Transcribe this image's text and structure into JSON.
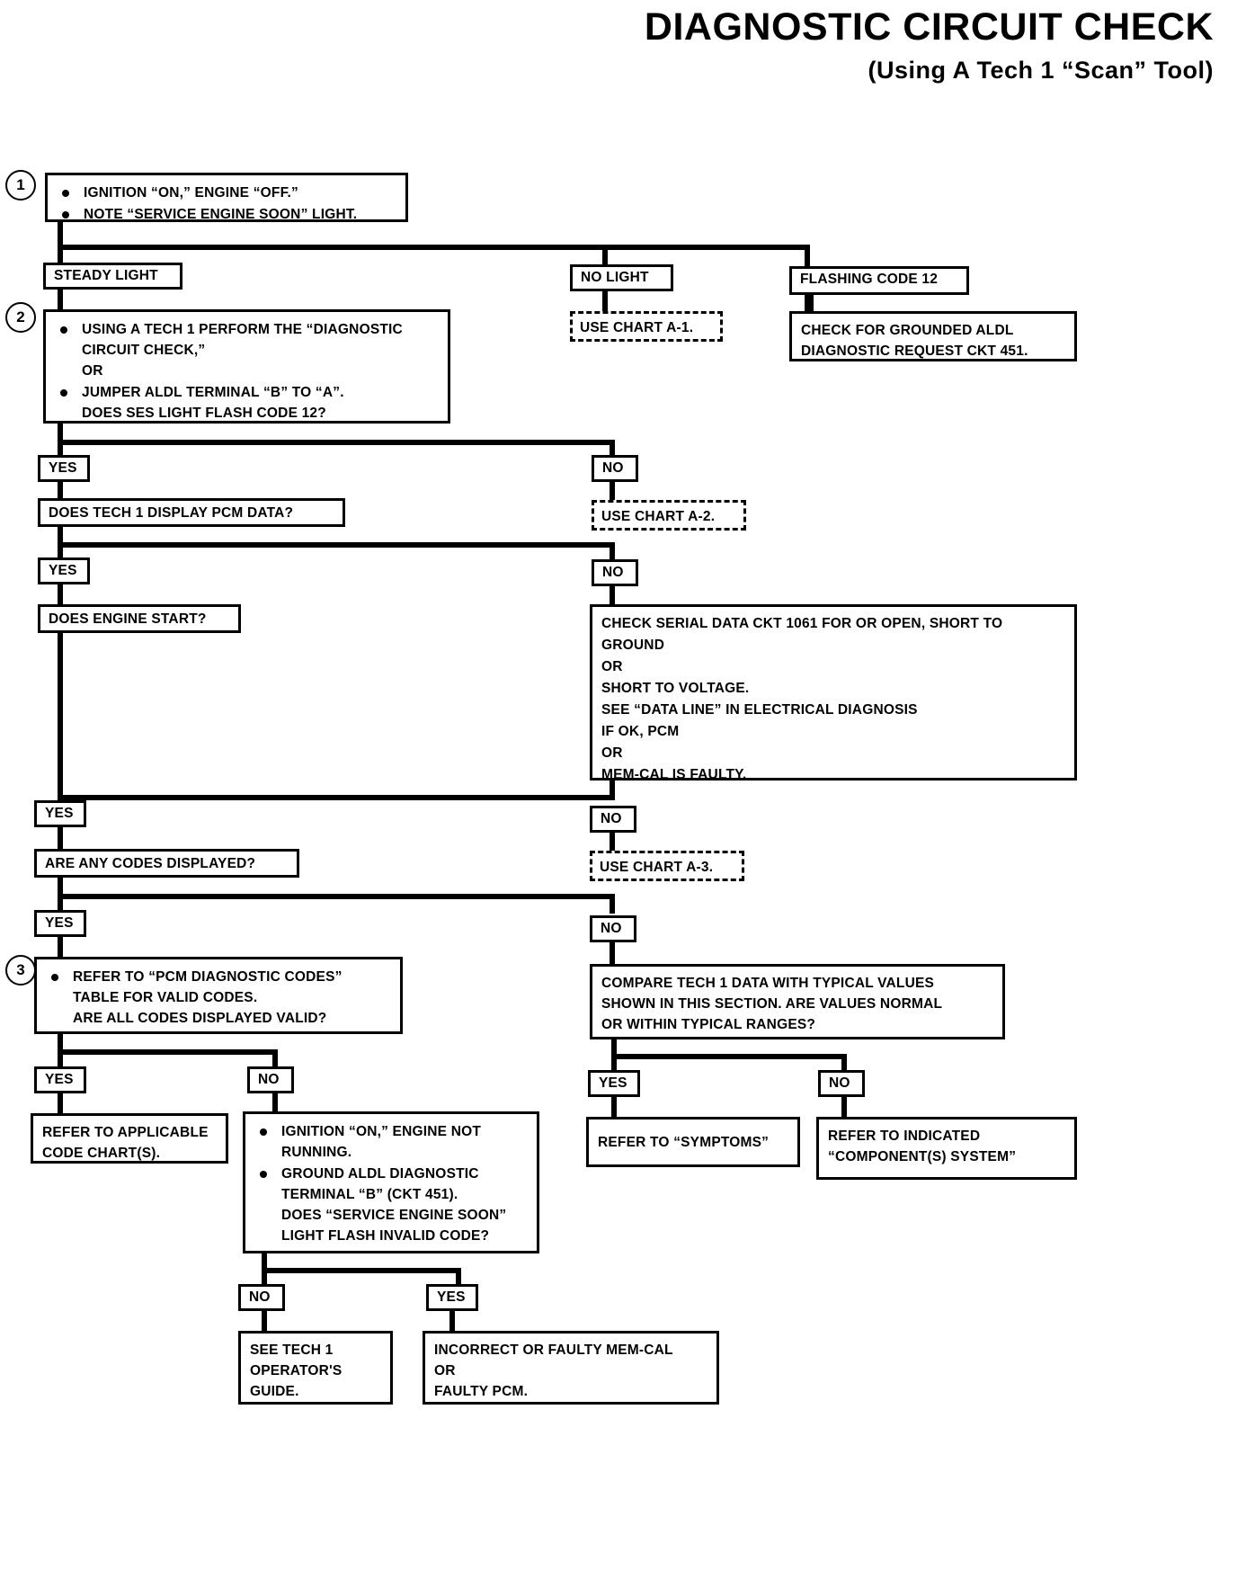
{
  "title": {
    "main": "DIAGNOSTIC CIRCUIT CHECK",
    "sub": "(Using A Tech 1 “Scan” Tool)"
  },
  "steps": {
    "s1": "1",
    "s2": "2",
    "s3": "3"
  },
  "boxes": {
    "step1_b1": "IGNITION “ON,” ENGINE  “OFF.”",
    "step1_b2": "NOTE “SERVICE ENGINE SOON” LIGHT.",
    "steady_light": "STEADY LIGHT",
    "no_light": "NO LIGHT",
    "flashing_code_12": "FLASHING CODE 12",
    "use_chart_a1": "USE CHART A-1.",
    "check_grounded_aldl": "CHECK FOR GROUNDED ALDL\nDIAGNOSTIC REQUEST CKT 451.",
    "step2_b1": "USING A TECH 1 PERFORM THE “DIAGNOSTIC\nCIRCUIT CHECK,”\nOR",
    "step2_b2": "JUMPER  ALDL TERMINAL “B” TO “A”.\nDOES SES LIGHT FLASH CODE 12?",
    "yes_1": "YES",
    "no_1": "NO",
    "does_tech1_display": "DOES TECH 1 DISPLAY PCM DATA?",
    "use_chart_a2": "USE CHART A-2.",
    "yes_2": "YES",
    "no_2": "NO",
    "does_engine_start": "DOES ENGINE START?",
    "check_serial_data": "CHECK SERIAL DATA CKT 1061 FOR OR OPEN, SHORT TO\nGROUND\nOR\nSHORT TO VOLTAGE.\nSEE “DATA LINE” IN ELECTRICAL DIAGNOSIS\nIF OK, PCM\nOR\nMEM-CAL IS FAULTY.",
    "yes_3": "YES",
    "no_3": "NO",
    "are_any_codes": "ARE ANY CODES DISPLAYED?",
    "use_chart_a3": "USE CHART A-3.",
    "yes_4": "YES",
    "no_4": "NO",
    "step3_b1": "REFER TO “PCM DIAGNOSTIC CODES”\nTABLE  FOR VALID CODES.\nARE ALL CODES DISPLAYED  VALID?",
    "compare_tech1": "COMPARE TECH 1 DATA WITH TYPICAL VALUES\nSHOWN IN THIS SECTION.  ARE VALUES NORMAL\nOR WITHIN TYPICAL RANGES?",
    "yes_5": "YES",
    "no_5": "NO",
    "yes_6": "YES",
    "no_6": "NO",
    "refer_applicable_code": "REFER TO APPLICABLE\nCODE CHART(S).",
    "refer_symptoms": "REFER TO “SYMPTOMS”",
    "refer_indicated": "REFER TO INDICATED\n“COMPONENT(S) SYSTEM”",
    "invalid_b1": "IGNITION “ON,” ENGINE NOT\nRUNNING.",
    "invalid_b2": "GROUND ALDL DIAGNOSTIC\nTERMINAL “B” (CKT 451).\nDOES “SERVICE ENGINE SOON”\nLIGHT FLASH INVALID CODE?",
    "no_7": "NO",
    "yes_7": "YES",
    "see_tech1_guide": "SEE TECH 1\nOPERATOR'S\nGUIDE.",
    "incorrect_memcal": "INCORRECT OR FAULTY MEM-CAL\nOR\nFAULTY PCM."
  }
}
